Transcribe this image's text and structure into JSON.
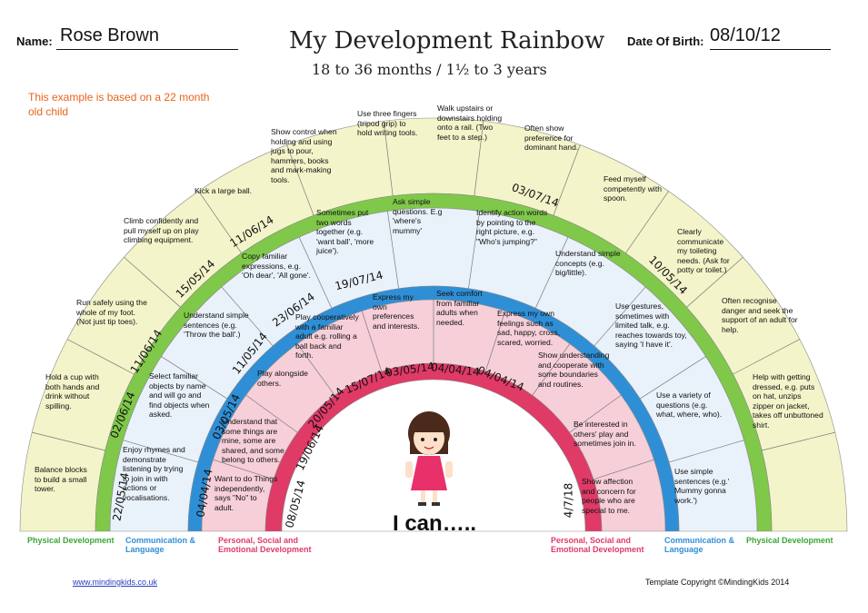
{
  "header": {
    "name_label": "Name:",
    "name_value": "Rose Brown",
    "title": "My Development Rainbow",
    "subtitle": "18 to 36 months / 1½ to 3 years",
    "dob_label": "Date Of Birth:",
    "dob_value": "08/10/12",
    "note": "This example is based on a 22 month old child"
  },
  "colors": {
    "physical_fill": "#f3f4c9",
    "physical_band": "#7fc84a",
    "communication_fill": "#e9f1fb",
    "communication_band": "#2f8fd6",
    "personal_fill": "#f6cfd9",
    "personal_band": "#e03a67",
    "centre_fill": "#ffffff"
  },
  "physical": {
    "left": [
      "Balance blocks to build a small tower.",
      "Hold a cup with both hands and drink without spilling.",
      "Run safely using the whole of my foot. (Not just tip toes).",
      "Climb confidently and pull myself up on play climbing equipment.",
      "Kick a large ball.",
      "Show control when holding and using jugs to pour, hammers, books and mark-making tools."
    ],
    "right": [
      "Use three fingers (tripod grip) to hold writing tools.",
      "Walk upstairs or downstairs holding onto a rail. (Two feet to a step.)",
      "Often show preference for dominant hand.",
      "Feed myself competently with spoon.",
      "Clearly communicate my toileting needs. (Ask for potty or toilet.)",
      "Often recognise danger and seek the support of an adult for help.",
      "Help with getting dressed, e.g. puts on hat, unzips zipper on jacket, takes off unbuttoned shirt."
    ],
    "dates": [
      "22/05/14",
      "02/06/14",
      "11/06/14",
      "15/05/14",
      "11/06/14",
      "03/07/14",
      "10/05/14"
    ]
  },
  "communication": {
    "left": [
      "Enjoy rhymes and demonstrate listening by trying to join in with actions or vocalisations.",
      "Select familiar objects by name and will go and find objects when asked.",
      "Understand simple sentences (e.g. 'Throw the ball'.)",
      "Copy familiar expressions, e.g. 'Oh dear', 'All gone'.",
      "Sometimes put two words together (e.g. 'want ball', 'more juice').",
      "Ask simple questions. E.g 'where's mummy'"
    ],
    "right": [
      "Identify action words by pointing to the right picture, e.g. \"Who's jumping?\"",
      "Understand simple concepts (e.g. big/little).",
      "Use gestures, sometimes with limited talk, e.g. reaches towards toy, saying 'I have it'.",
      "Use a variety of questions (e.g. what, where, who).",
      "Use simple sentences (e.g.' Mummy gonna work.')"
    ],
    "dates": [
      "04/04/14",
      "03/05/14",
      "11/05/14",
      "23/06/14",
      "19/07/14"
    ]
  },
  "personal": {
    "left": [
      "Want to do Things independently, says \"No\" to adult.",
      "Understand that some things are mine, some are shared, and some belong to others.",
      "Play alongside others.",
      "Play cooperatively with a familiar adult e.g. rolling a ball back and forth.",
      "Express my own preferences and interests.",
      "Seek comfort from familiar adults when needed."
    ],
    "right": [
      "Express my own feelings such as sad, happy, cross, scared, worried.",
      "Show understanding and cooperate with some boundaries and routines.",
      "Be interested in others' play and sometimes join in.",
      "Show affection and concern for people who are special to me."
    ],
    "dates": [
      "08/05/14",
      "19/06/14",
      "20/05/14",
      "15/07/14",
      "03/05/14",
      "04/04/14",
      "04/04/14",
      "4/7/18"
    ]
  },
  "centre": {
    "text": "I can….."
  },
  "legend": {
    "left": [
      "Physical Development",
      "Communication & Language",
      "Personal, Social and Emotional Development"
    ],
    "right": [
      "Personal, Social and Emotional Development",
      "Communication & Language",
      "Physical Development"
    ]
  },
  "footer": {
    "website": "www.mindingkids.co.uk",
    "copyright": "Template Copyright ©MindingKids 2014"
  }
}
